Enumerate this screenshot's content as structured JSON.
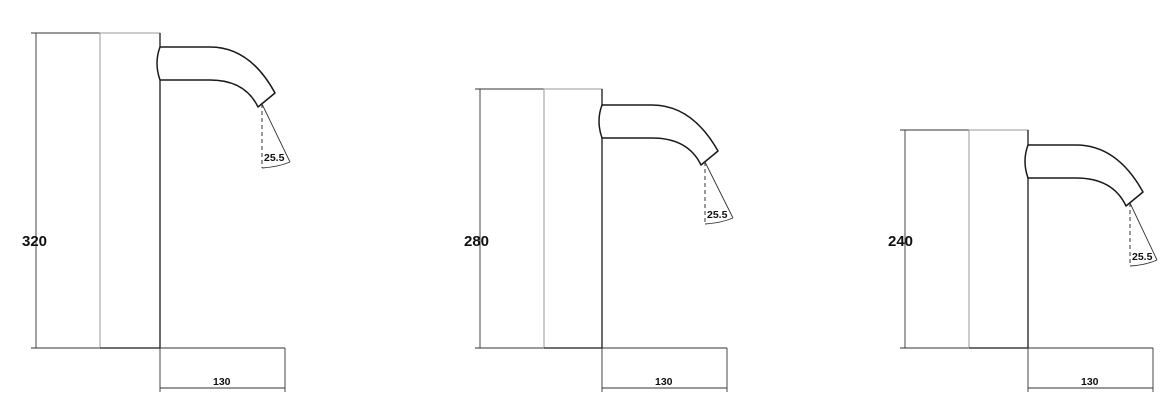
{
  "faucets": [
    {
      "height_label": "320",
      "width_label": "130",
      "angle_label": "25.5"
    },
    {
      "height_label": "280",
      "width_label": "130",
      "angle_label": "25.5"
    },
    {
      "height_label": "240",
      "width_label": "130",
      "angle_label": "25.5"
    }
  ],
  "colors": {
    "line": "#1a1a1a",
    "background": "#ffffff"
  }
}
